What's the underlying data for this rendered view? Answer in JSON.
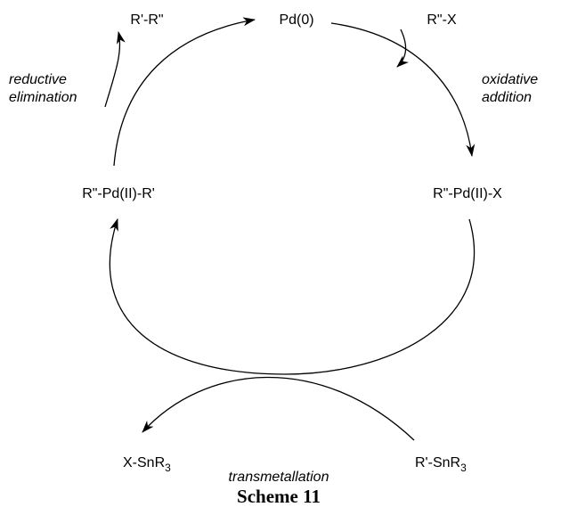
{
  "diagram": {
    "nodes": {
      "pd0": "Pd(0)",
      "product": "R'-R\"",
      "reagent": "R\"-X",
      "pd_x": "R\"-Pd(II)-X",
      "pd_r": "R\"-Pd(II)-R'",
      "stannane_in_base": "R'-SnR",
      "stannane_in_sub": "3",
      "stannane_out_base": "X-SnR",
      "stannane_out_sub": "3"
    },
    "steps": {
      "reductive_1": "reductive",
      "reductive_2": "elimination",
      "oxidative_1": "oxidative",
      "oxidative_2": "addition",
      "transmetallation": "transmetallation"
    },
    "caption": "Scheme 11"
  }
}
